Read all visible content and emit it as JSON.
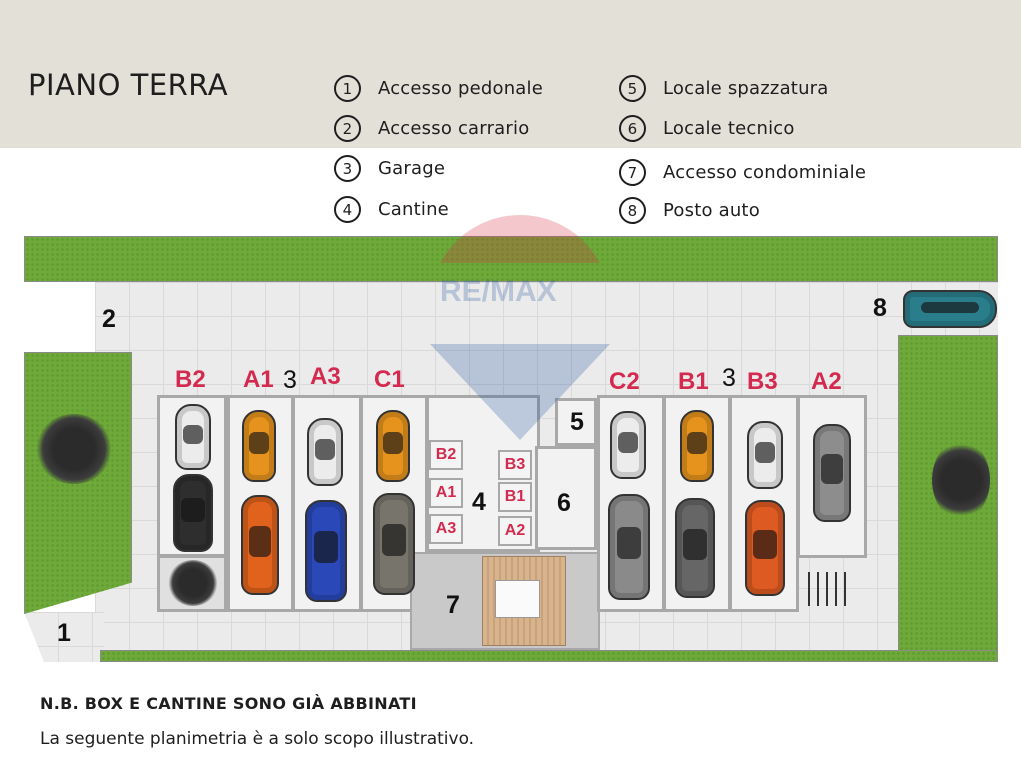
{
  "header": {
    "title": "PIANO TERRA"
  },
  "legend": [
    {
      "n": "1",
      "label": "Accesso pedonale"
    },
    {
      "n": "2",
      "label": "Accesso carrario"
    },
    {
      "n": "3",
      "label": "Garage"
    },
    {
      "n": "4",
      "label": "Cantine"
    },
    {
      "n": "5",
      "label": "Locale spazzatura"
    },
    {
      "n": "6",
      "label": "Locale tecnico"
    },
    {
      "n": "7",
      "label": "Accesso condominiale"
    },
    {
      "n": "8",
      "label": "Posto auto"
    }
  ],
  "plan": {
    "watermark": "RE/MAX",
    "markers": {
      "m1": "1",
      "m2": "2",
      "m3a": "3",
      "m3b": "3",
      "m4": "4",
      "m5": "5",
      "m6": "6",
      "m7": "7",
      "m8": "8"
    },
    "garages_left": [
      "B2",
      "A1",
      "A3",
      "C1"
    ],
    "garages_right": [
      "C2",
      "B1",
      "B3",
      "A2"
    ],
    "cantine_left": [
      "B2",
      "A1",
      "A3"
    ],
    "cantine_right": [
      "B3",
      "B1",
      "A2"
    ]
  },
  "footer": {
    "note": "N.B. BOX E CANTINE SONO GIÀ ABBINATI",
    "disclaimer": "La seguente planimetria è a solo scopo illustrativo."
  }
}
